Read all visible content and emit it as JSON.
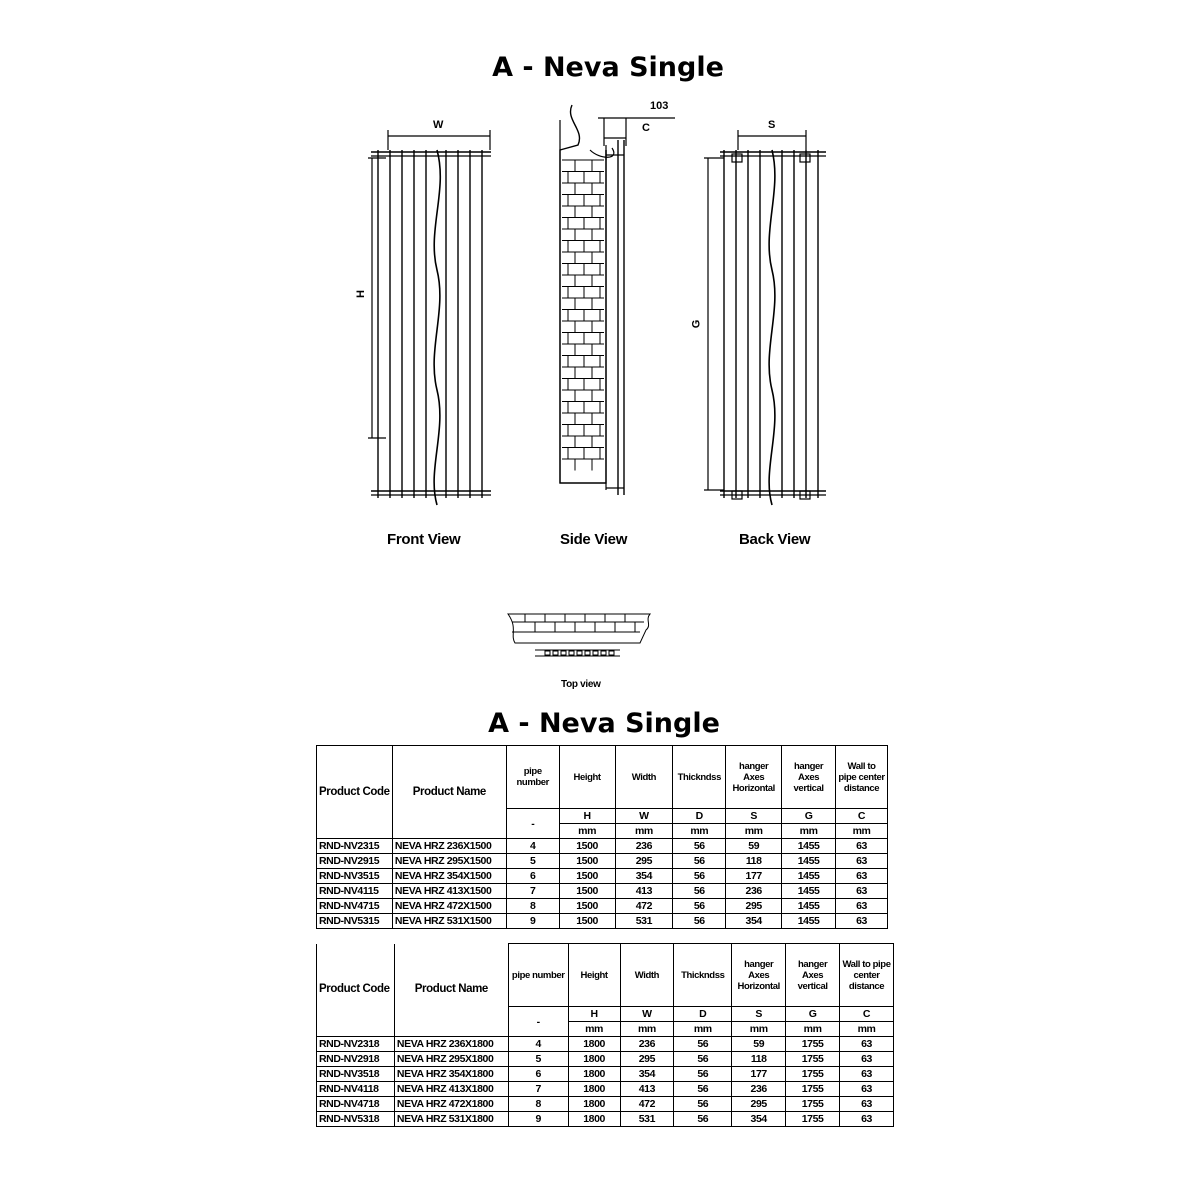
{
  "title_top": "A - Neva Single",
  "title_bottom": "A - Neva Single",
  "views": {
    "front": "Front View",
    "side": "Side View",
    "back": "Back View",
    "top": "Top view"
  },
  "dims": {
    "w": "W",
    "h": "H",
    "c": "C",
    "c_value": "103",
    "s": "S",
    "g": "G"
  },
  "table_headers": {
    "product_code": "Product Code",
    "product_name": "Product Name",
    "pipe_number": "pipe number",
    "height": "Height",
    "width": "Width",
    "thickness": "Thickndss",
    "hanger_h": "hanger Axes Horizontal",
    "hanger_v": "hanger Axes vertical",
    "wall_to_pipe": "Wall to pipe center distance"
  },
  "symbols": [
    "-",
    "H",
    "W",
    "D",
    "S",
    "G",
    "C"
  ],
  "units": [
    "mm",
    "mm",
    "mm",
    "mm",
    "mm",
    "mm"
  ],
  "table1_rows": [
    [
      "RND-NV2315",
      "NEVA HRZ 236X1500",
      "4",
      "1500",
      "236",
      "56",
      "59",
      "1455",
      "63"
    ],
    [
      "RND-NV2915",
      "NEVA HRZ 295X1500",
      "5",
      "1500",
      "295",
      "56",
      "118",
      "1455",
      "63"
    ],
    [
      "RND-NV3515",
      "NEVA HRZ 354X1500",
      "6",
      "1500",
      "354",
      "56",
      "177",
      "1455",
      "63"
    ],
    [
      "RND-NV4115",
      "NEVA HRZ 413X1500",
      "7",
      "1500",
      "413",
      "56",
      "236",
      "1455",
      "63"
    ],
    [
      "RND-NV4715",
      "NEVA HRZ 472X1500",
      "8",
      "1500",
      "472",
      "56",
      "295",
      "1455",
      "63"
    ],
    [
      "RND-NV5315",
      "NEVA HRZ 531X1500",
      "9",
      "1500",
      "531",
      "56",
      "354",
      "1455",
      "63"
    ]
  ],
  "table2_rows": [
    [
      "RND-NV2318",
      "NEVA HRZ 236X1800",
      "4",
      "1800",
      "236",
      "56",
      "59",
      "1755",
      "63"
    ],
    [
      "RND-NV2918",
      "NEVA HRZ 295X1800",
      "5",
      "1800",
      "295",
      "56",
      "118",
      "1755",
      "63"
    ],
    [
      "RND-NV3518",
      "NEVA HRZ 354X1800",
      "6",
      "1800",
      "354",
      "56",
      "177",
      "1755",
      "63"
    ],
    [
      "RND-NV4118",
      "NEVA HRZ 413X1800",
      "7",
      "1800",
      "413",
      "56",
      "236",
      "1755",
      "63"
    ],
    [
      "RND-NV4718",
      "NEVA HRZ 472X1800",
      "8",
      "1800",
      "472",
      "56",
      "295",
      "1755",
      "63"
    ],
    [
      "RND-NV5318",
      "NEVA HRZ 531X1800",
      "9",
      "1800",
      "531",
      "56",
      "354",
      "1755",
      "63"
    ]
  ]
}
